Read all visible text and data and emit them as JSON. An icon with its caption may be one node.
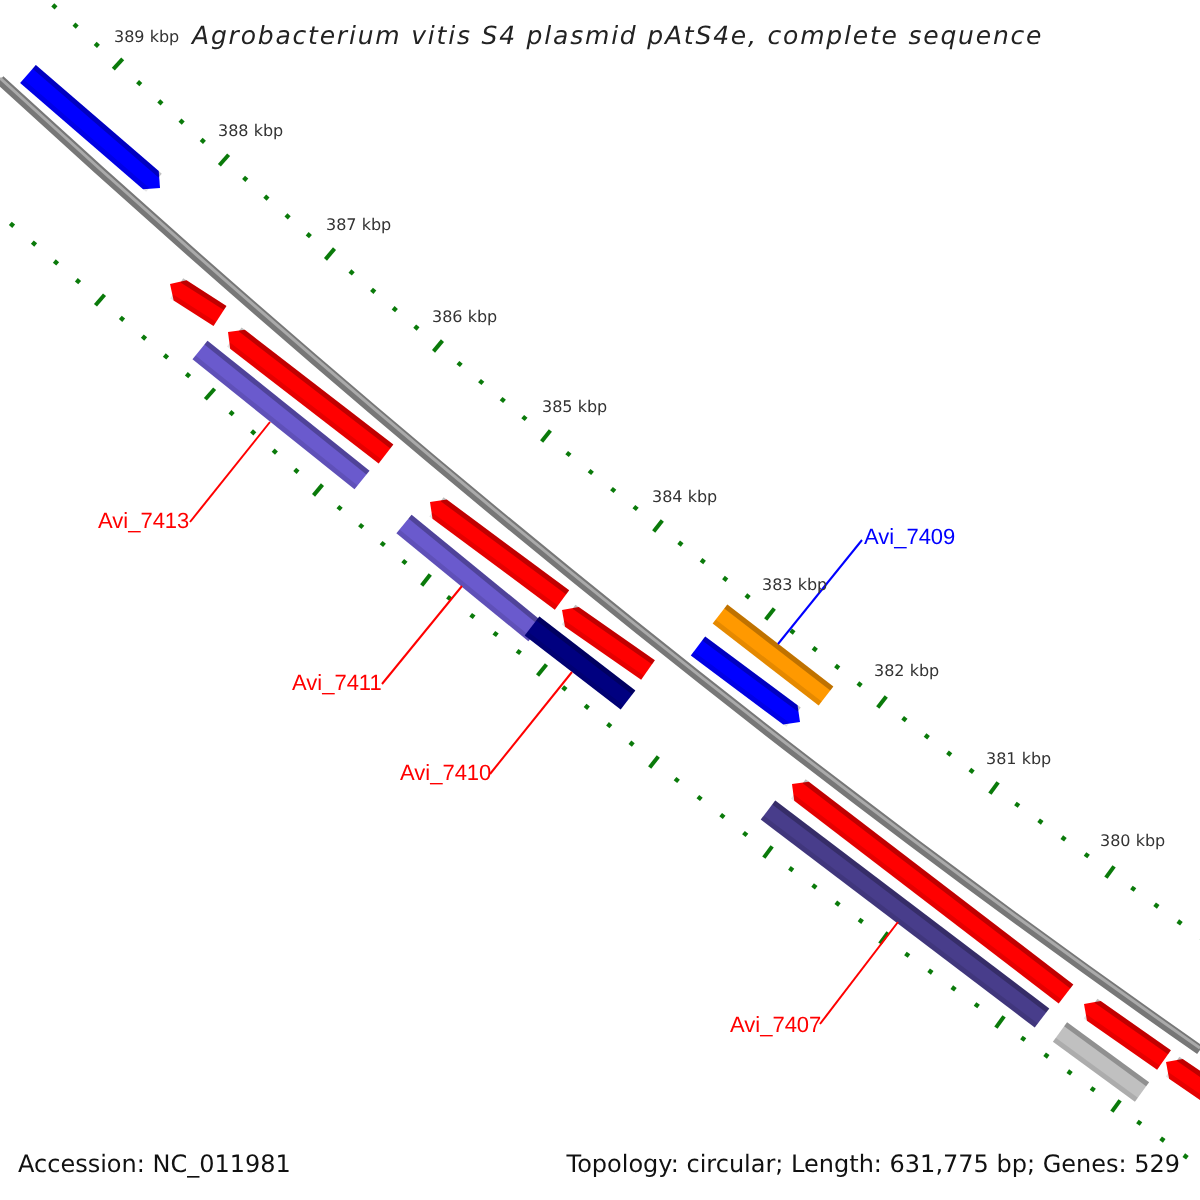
{
  "diagram": {
    "title": "Agrobacterium vitis S4 plasmid pAtS4e, complete sequence",
    "nodes": [
      {
        "text": [
          "Avi_7413"
        ]
      },
      {
        "text": [
          "Avi_7409"
        ]
      },
      {
        "text": [
          "Avi_7411"
        ]
      },
      {
        "text": [
          "Avi_7410"
        ]
      },
      {
        "text": [
          "Avi_7407"
        ]
      },
      {
        "text": [],
        "shape": "bar"
      },
      {
        "text": [],
        "shape": "bar"
      },
      {
        "text": [],
        "shape": "bar"
      },
      {
        "text": [],
        "shape": "bar"
      },
      {
        "text": [],
        "shape": "bar"
      }
    ],
    "edges": [
      {
        "from": 0,
        "to": 5,
        "arrow": "none"
      },
      {
        "from": 1,
        "to": 8,
        "arrow": "none",
        "color": "#0000ff"
      },
      {
        "from": 2,
        "to": 6,
        "arrow": "none"
      },
      {
        "from": 3,
        "to": 7,
        "arrow": "none"
      },
      {
        "from": 4,
        "to": 9,
        "arrow": "none"
      }
    ],
    "labels": [
      "389 kbp",
      "388 kbp",
      "387 kbp",
      "386 kbp",
      "385 kbp",
      "384 kbp",
      "383 kbp",
      "382 kbp",
      "381 kbp",
      "380 kbp",
      "Accession: NC_011981",
      "Topology: circular; Length: 631,775 bp; Genes: 529"
    ]
  }
}
